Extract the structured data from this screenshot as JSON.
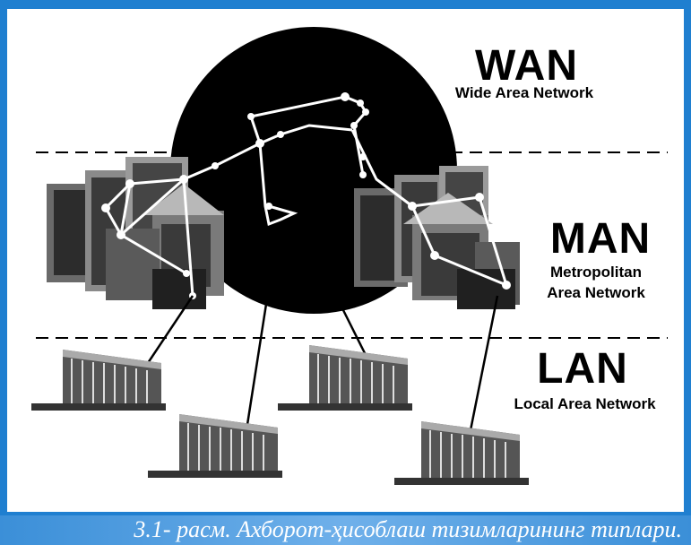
{
  "wan": {
    "title": "WAN",
    "subtitle": "Wide Area Network"
  },
  "man": {
    "title": "MAN",
    "subtitle_line1": "Metropolitan",
    "subtitle_line2": "Area Network"
  },
  "lan": {
    "title": "LAN",
    "subtitle": "Local Area Network"
  },
  "caption": "3.1- расм. Ахборот-ҳисоблаш тизимларининг типлари.",
  "colors": {
    "frame": "#1f7fd0",
    "caption_bg": "#5aa3e3",
    "globe": "#000000",
    "network_lines": "#ffffff"
  }
}
